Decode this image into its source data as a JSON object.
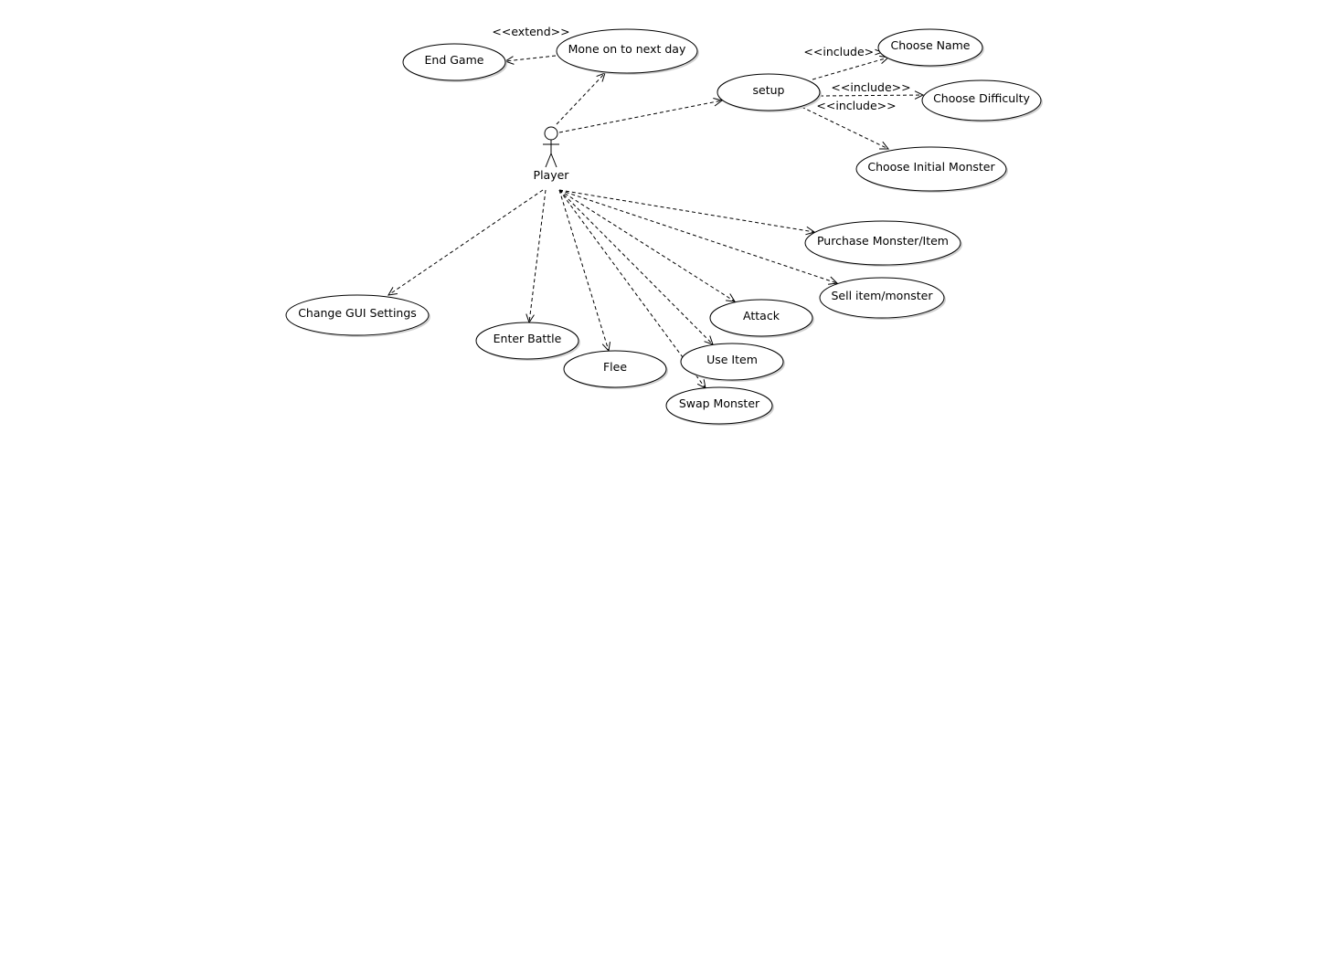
{
  "diagram": {
    "actor": {
      "id": "player",
      "label": "Player"
    },
    "use_cases": [
      {
        "id": "end_game",
        "label": "End Game"
      },
      {
        "id": "move_on",
        "label": "Mone on to next day"
      },
      {
        "id": "setup",
        "label": "setup"
      },
      {
        "id": "choose_name",
        "label": "Choose Name"
      },
      {
        "id": "choose_difficulty",
        "label": "Choose Difficulty"
      },
      {
        "id": "choose_initial_monster",
        "label": "Choose Initial Monster"
      },
      {
        "id": "purchase",
        "label": "Purchase Monster/Item"
      },
      {
        "id": "sell",
        "label": "Sell item/monster"
      },
      {
        "id": "change_gui",
        "label": "Change GUI Settings"
      },
      {
        "id": "enter_battle",
        "label": "Enter Battle"
      },
      {
        "id": "flee",
        "label": "Flee"
      },
      {
        "id": "attack",
        "label": "Attack"
      },
      {
        "id": "use_item",
        "label": "Use Item"
      },
      {
        "id": "swap_monster",
        "label": "Swap Monster"
      }
    ],
    "relations": [
      {
        "id": "r_extend",
        "from": "move_on",
        "to": "end_game",
        "stereotype": "<<extend>>"
      },
      {
        "id": "r_move",
        "from": "player",
        "to": "move_on",
        "stereotype": ""
      },
      {
        "id": "r_setup",
        "from": "player",
        "to": "setup",
        "stereotype": ""
      },
      {
        "id": "r_inc_name",
        "from": "setup",
        "to": "choose_name",
        "stereotype": "<<include>>"
      },
      {
        "id": "r_inc_diff",
        "from": "setup",
        "to": "choose_difficulty",
        "stereotype": "<<include>>"
      },
      {
        "id": "r_inc_mon",
        "from": "setup",
        "to": "choose_initial_monster",
        "stereotype": "<<include>>"
      },
      {
        "id": "r_purchase",
        "from": "player",
        "to": "purchase",
        "stereotype": ""
      },
      {
        "id": "r_sell",
        "from": "player",
        "to": "sell",
        "stereotype": ""
      },
      {
        "id": "r_gui",
        "from": "player",
        "to": "change_gui",
        "stereotype": ""
      },
      {
        "id": "r_battle",
        "from": "player",
        "to": "enter_battle",
        "stereotype": ""
      },
      {
        "id": "r_flee",
        "from": "player",
        "to": "flee",
        "stereotype": ""
      },
      {
        "id": "r_attack",
        "from": "player",
        "to": "attack",
        "stereotype": ""
      },
      {
        "id": "r_use",
        "from": "player",
        "to": "use_item",
        "stereotype": ""
      },
      {
        "id": "r_swap",
        "from": "player",
        "to": "swap_monster",
        "stereotype": ""
      }
    ]
  }
}
